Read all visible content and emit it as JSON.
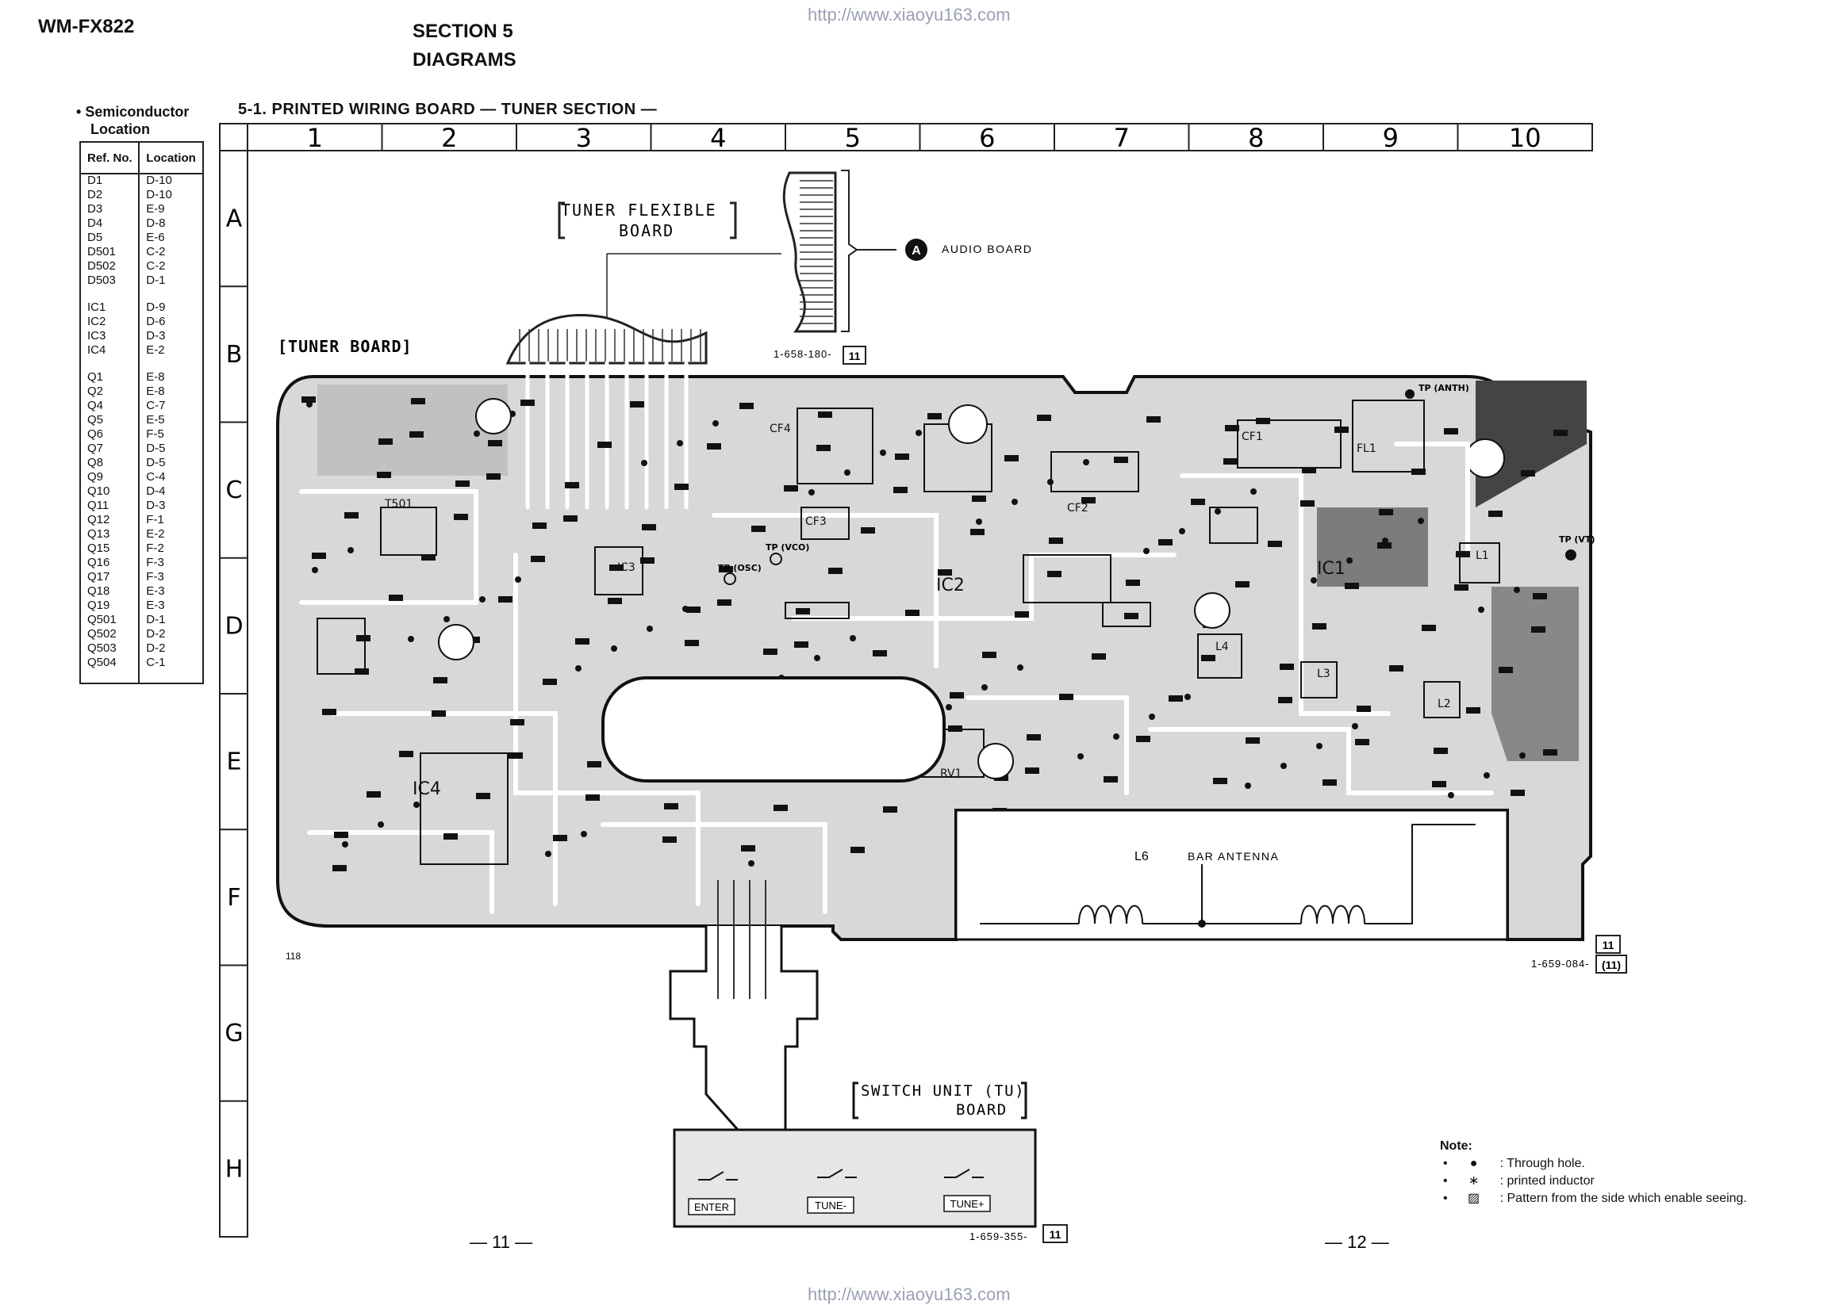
{
  "header": {
    "model": "WM-FX822",
    "section": "SECTION 5",
    "subtitle": "DIAGRAMS",
    "url": "http://www.xiaoyu163.com"
  },
  "semiconductor_location": {
    "title_line1": "Semiconductor",
    "title_line2": "Location",
    "headers": [
      "Ref. No.",
      "Location"
    ],
    "groups": [
      [
        [
          "D1",
          "D-10"
        ],
        [
          "D2",
          "D-10"
        ],
        [
          "D3",
          "E-9"
        ],
        [
          "D4",
          "D-8"
        ],
        [
          "D5",
          "E-6"
        ],
        [
          "D501",
          "C-2"
        ],
        [
          "D502",
          "C-2"
        ],
        [
          "D503",
          "D-1"
        ]
      ],
      [
        [
          "IC1",
          "D-9"
        ],
        [
          "IC2",
          "D-6"
        ],
        [
          "IC3",
          "D-3"
        ],
        [
          "IC4",
          "E-2"
        ]
      ],
      [
        [
          "Q1",
          "E-8"
        ],
        [
          "Q2",
          "E-8"
        ],
        [
          "Q4",
          "C-7"
        ],
        [
          "Q5",
          "E-5"
        ],
        [
          "Q6",
          "F-5"
        ],
        [
          "Q7",
          "D-5"
        ],
        [
          "Q8",
          "D-5"
        ],
        [
          "Q9",
          "C-4"
        ],
        [
          "Q10",
          "D-4"
        ],
        [
          "Q11",
          "D-3"
        ],
        [
          "Q12",
          "F-1"
        ],
        [
          "Q13",
          "E-2"
        ],
        [
          "Q15",
          "F-2"
        ],
        [
          "Q16",
          "F-3"
        ],
        [
          "Q17",
          "F-3"
        ],
        [
          "Q18",
          "E-3"
        ],
        [
          "Q19",
          "E-3"
        ],
        [
          "Q501",
          "D-1"
        ],
        [
          "Q502",
          "D-2"
        ],
        [
          "Q503",
          "D-2"
        ],
        [
          "Q504",
          "C-1"
        ]
      ]
    ]
  },
  "diagram": {
    "title": "5-1.  PRINTED  WIRING  BOARD — TUNER SECTION —",
    "grid_cols": [
      "1",
      "2",
      "3",
      "4",
      "5",
      "6",
      "7",
      "8",
      "9",
      "10"
    ],
    "grid_rows": [
      "A",
      "B",
      "C",
      "D",
      "E",
      "F",
      "G",
      "H"
    ],
    "labels": {
      "tuner_flex_line1": "TUNER FLEXIBLE",
      "tuner_flex_line2": "BOARD",
      "audio_board": "AUDIO BOARD",
      "audio_board_marker": "A",
      "tuner_board": "[TUNER BOARD]",
      "flex_part_no": "1-658-180-",
      "flex_part_rev": "11",
      "tp_anth": "TP (ANTH)",
      "tp_vt": "TP (VT)",
      "tp_vco": "TP (VCO)",
      "tp_osc": "TP (OSC)",
      "l6": "L6",
      "bar_antenna": "BAR ANTENNA",
      "board_part_no": "1-659-084-",
      "board_part_rev1": "11",
      "board_part_rev2": "(11)",
      "corner_118": "118",
      "switch_line1": "SWITCH UNIT (TU)",
      "switch_line2": "BOARD",
      "switch_part_no": "1-659-355-",
      "switch_part_rev": "11",
      "btn_enter": "ENTER",
      "btn_tune_minus": "TUNE-",
      "btn_tune_plus": "TUNE+",
      "ic1": "IC1",
      "ic2": "IC2",
      "ic3": "IC3",
      "ic4": "IC4",
      "fl1": "FL1",
      "l1": "L1",
      "l2": "L2",
      "l3": "L3",
      "l4": "L4",
      "t501": "T501",
      "cf4": "CF4",
      "cf3": "CF3",
      "cf2": "CF2",
      "cf1": "CF1",
      "rv1": "RV1"
    },
    "page_left": "— 11 —",
    "page_right": "— 12 —"
  },
  "note": {
    "title": "Note:",
    "items": [
      {
        "symbol": "●",
        "text": ": Through hole."
      },
      {
        "symbol": "∗",
        "text": ": printed inductor"
      },
      {
        "symbol": "▨",
        "text": ": Pattern from the side which enable seeing."
      }
    ]
  }
}
